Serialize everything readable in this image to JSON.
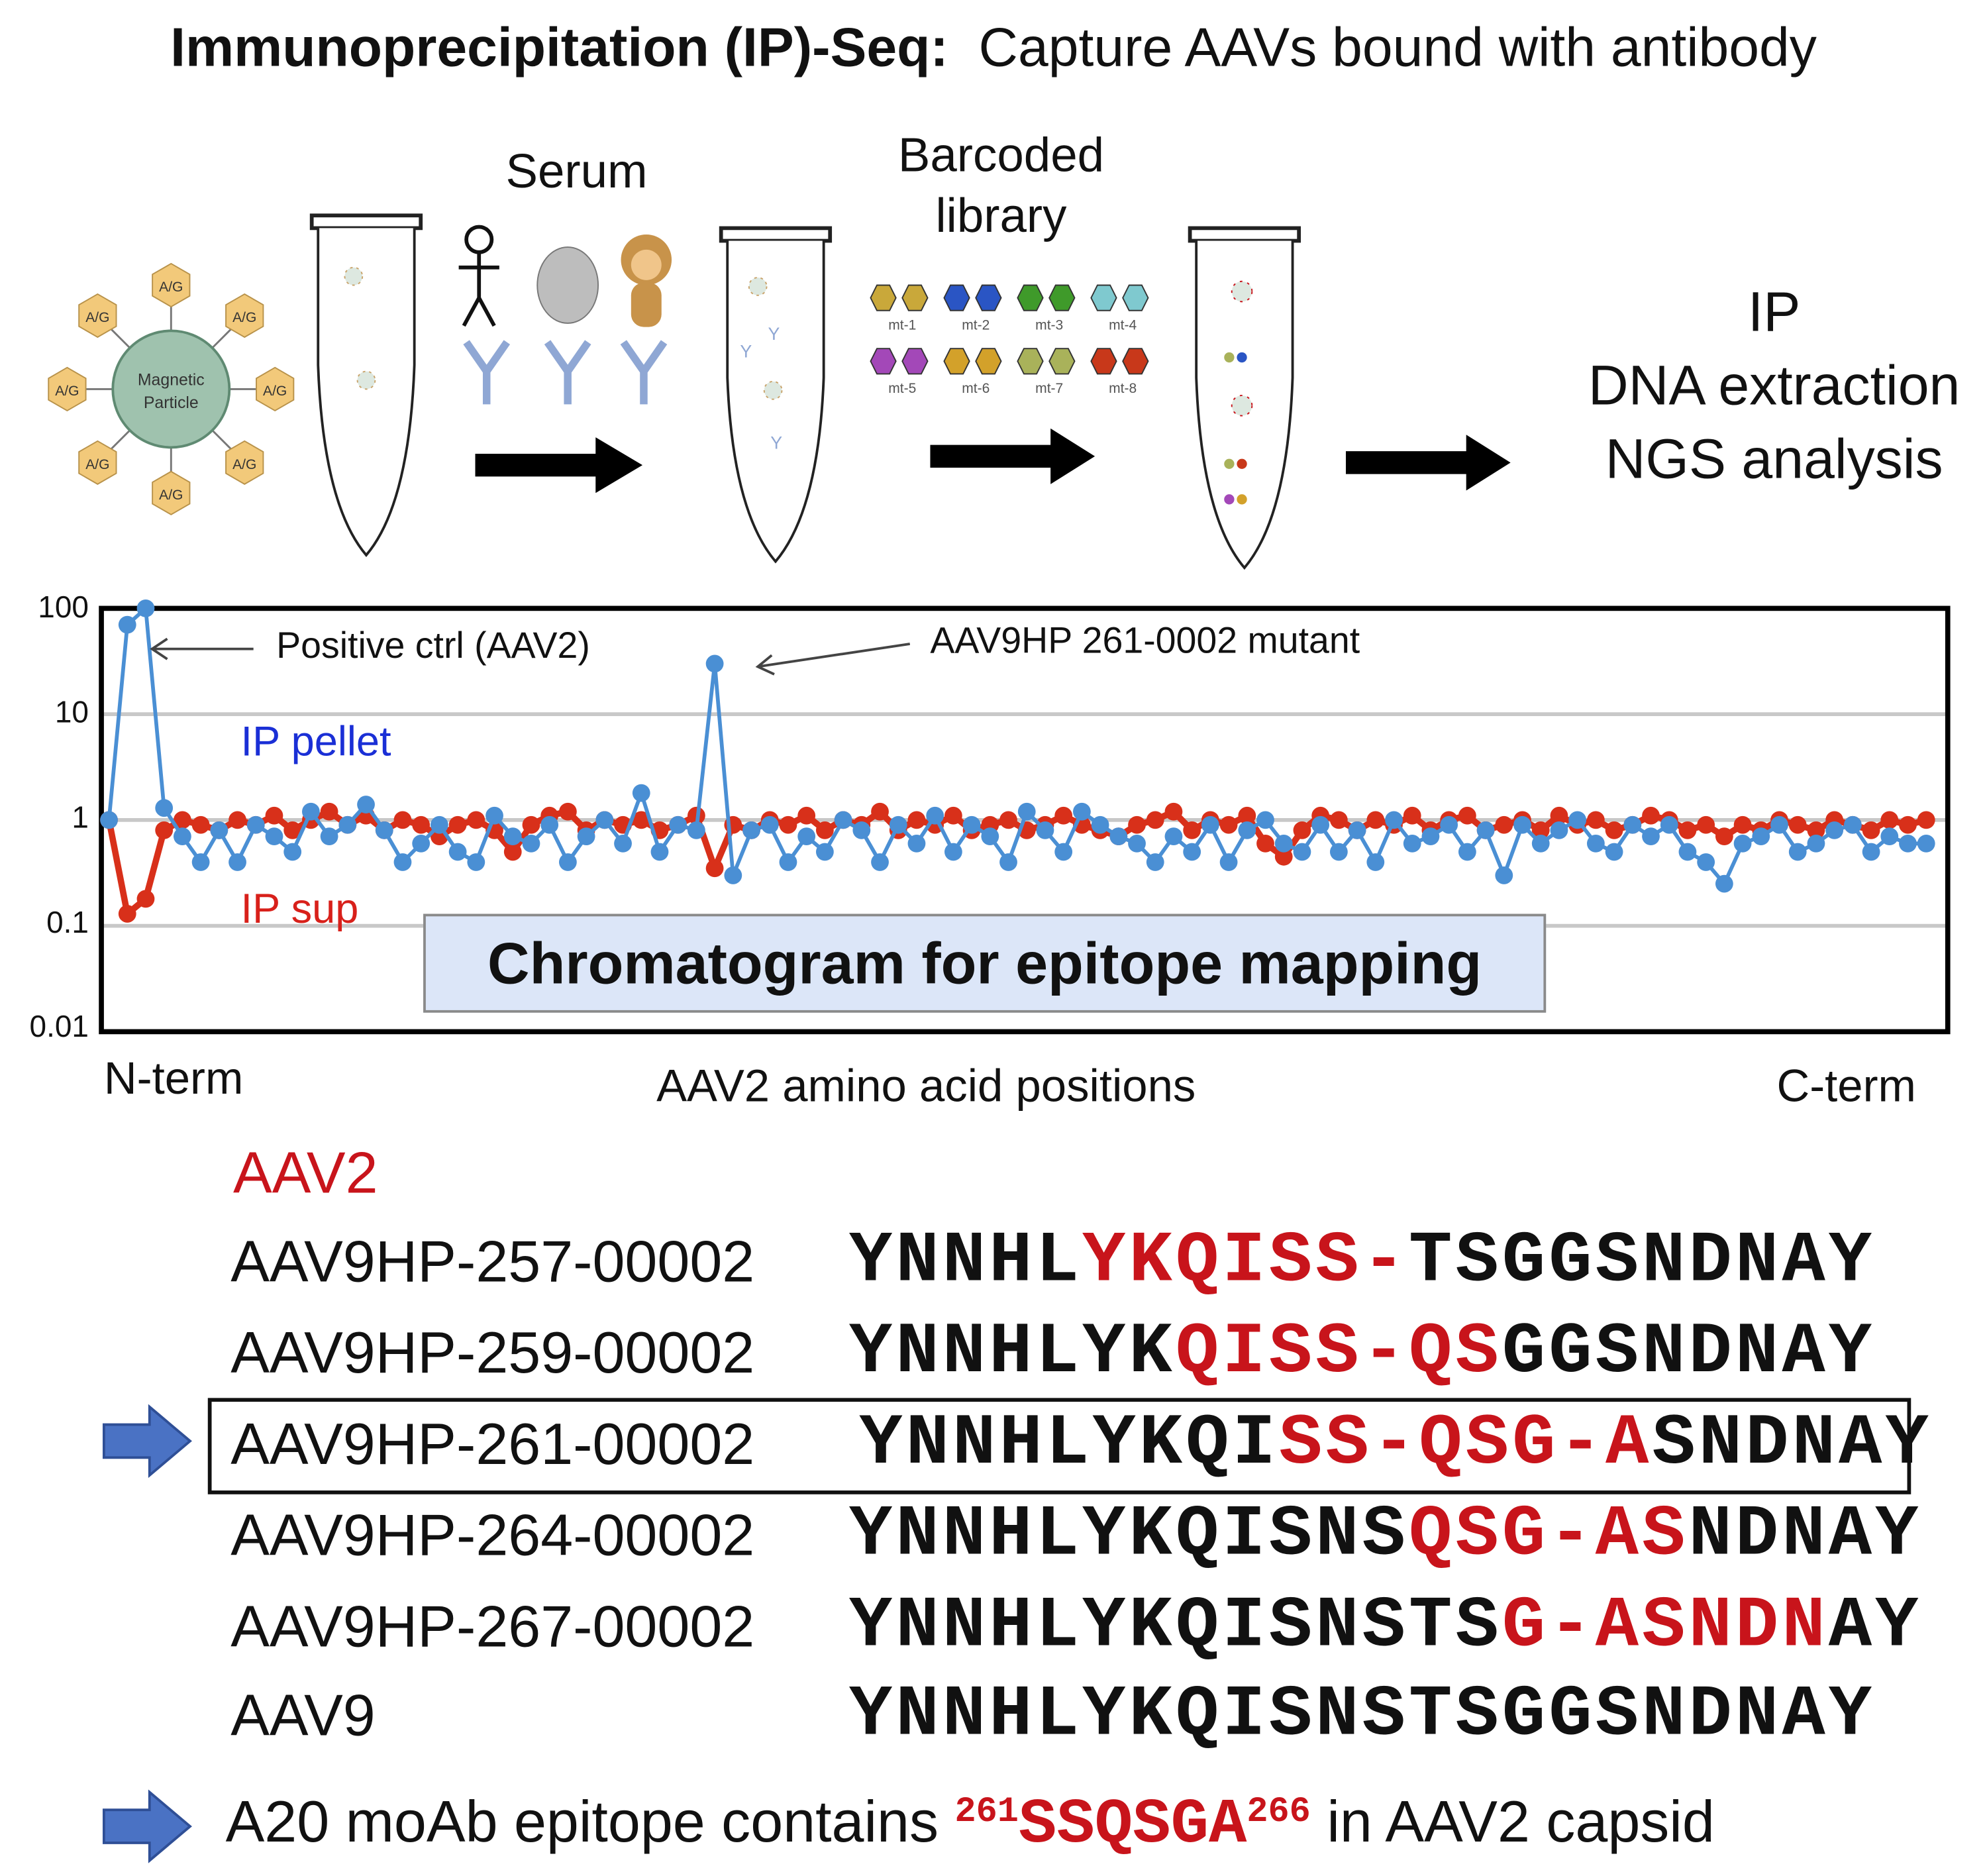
{
  "title": {
    "bold": "Immunoprecipitation (IP)-Seq:",
    "rest": "Capture AAVs bound with antibody"
  },
  "diagram": {
    "serum_label": "Serum",
    "library_label_1": "Barcoded",
    "library_label_2": "library",
    "particle_label_1": "Magnetic",
    "particle_label_2": "Particle",
    "ag_label": "A/G",
    "mutants": [
      "mt-1",
      "mt-2",
      "mt-3",
      "mt-4",
      "mt-5",
      "mt-6",
      "mt-7",
      "mt-8"
    ],
    "mutant_colors": [
      "#c9a83a",
      "#2a55c4",
      "#3f9a2a",
      "#7fc9cf",
      "#a348b8",
      "#d3a12a",
      "#a9b25a",
      "#c8381a"
    ],
    "steps": [
      "IP",
      "DNA extraction",
      "NGS analysis"
    ]
  },
  "chart_data": {
    "type": "line",
    "title": "Chromatogram for epitope mapping",
    "xlabel": "AAV2 amino acid positions",
    "x_start_label": "N-term",
    "x_end_label": "C-term",
    "yscale": "log",
    "ylim": [
      0.01,
      100
    ],
    "yticks": [
      "100",
      "10",
      "1",
      "0.1",
      "0.01"
    ],
    "grid": true,
    "annotations": [
      "Positive ctrl (AAV2)",
      "AAV9HP 261-0002 mutant"
    ],
    "series": [
      {
        "name": "IP pellet",
        "color": "#4a8fd4",
        "label_color": "#1a2fd6",
        "values": [
          1,
          70,
          100,
          1.3,
          0.7,
          0.4,
          0.8,
          0.4,
          0.9,
          0.7,
          0.5,
          1.2,
          0.7,
          0.9,
          1.4,
          0.8,
          0.4,
          0.6,
          0.9,
          0.5,
          0.4,
          1.1,
          0.7,
          0.6,
          0.9,
          0.4,
          0.7,
          1.0,
          0.6,
          1.8,
          0.5,
          0.9,
          0.8,
          30,
          0.3,
          0.8,
          0.9,
          0.4,
          0.7,
          0.5,
          1.0,
          0.8,
          0.4,
          0.9,
          0.6,
          1.1,
          0.5,
          0.9,
          0.7,
          0.4,
          1.2,
          0.8,
          0.5,
          1.2,
          0.9,
          0.7,
          0.6,
          0.4,
          0.7,
          0.5,
          0.9,
          0.4,
          0.8,
          1.0,
          0.6,
          0.5,
          0.9,
          0.5,
          0.8,
          0.4,
          1.0,
          0.6,
          0.7,
          0.9,
          0.5,
          0.8,
          0.3,
          0.9,
          0.6,
          0.8,
          1.0,
          0.6,
          0.5,
          0.9,
          0.7,
          0.9,
          0.5,
          0.4,
          0.25,
          0.6,
          0.7,
          0.9,
          0.5,
          0.6,
          0.8,
          0.9,
          0.5,
          0.7,
          0.6,
          0.6
        ]
      },
      {
        "name": "IP sup",
        "color": "#d8301a",
        "label_color": "#d8201a",
        "values": [
          1,
          0.13,
          0.18,
          0.8,
          1.0,
          0.9,
          0.8,
          1.0,
          0.9,
          1.1,
          0.8,
          1.0,
          1.2,
          0.9,
          1.1,
          0.8,
          1.0,
          0.9,
          0.7,
          0.9,
          1.0,
          0.8,
          0.5,
          0.9,
          1.1,
          1.2,
          0.8,
          1.0,
          0.9,
          1.0,
          0.8,
          0.9,
          1.1,
          0.35,
          0.9,
          0.8,
          1.0,
          0.9,
          1.1,
          0.8,
          1.0,
          0.9,
          1.2,
          0.8,
          1.0,
          0.9,
          1.1,
          0.8,
          0.9,
          1.0,
          0.8,
          0.9,
          1.1,
          0.9,
          0.8,
          0.7,
          0.9,
          1.0,
          1.2,
          0.8,
          1.0,
          0.9,
          1.1,
          0.6,
          0.45,
          0.8,
          1.1,
          1.0,
          0.8,
          1.0,
          0.9,
          1.1,
          0.8,
          1.0,
          1.1,
          0.8,
          0.9,
          1.0,
          0.8,
          1.1,
          0.9,
          1.0,
          0.8,
          0.9,
          1.1,
          1.0,
          0.8,
          0.9,
          0.7,
          0.9,
          0.8,
          1.0,
          0.9,
          0.8,
          1.0,
          0.9,
          0.8,
          1.0,
          0.9,
          1.0
        ]
      }
    ]
  },
  "alignment": {
    "reference_label": "AAV2",
    "rows": [
      {
        "name": "AAV9HP-257-00002",
        "segments": [
          {
            "t": "YNNHL",
            "red": false
          },
          {
            "t": "YKQISS-",
            "red": true
          },
          {
            "t": "TSGGSNDNAY",
            "red": false
          }
        ]
      },
      {
        "name": "AAV9HP-259-00002",
        "segments": [
          {
            "t": "YNNHLYK",
            "red": false
          },
          {
            "t": "QISS-QS",
            "red": true
          },
          {
            "t": "GGSNDNAY",
            "red": false
          }
        ]
      },
      {
        "name": "AAV9HP-261-00002",
        "highlight": true,
        "segments": [
          {
            "t": "YNNHLYKQI",
            "red": false
          },
          {
            "t": "SS-QSG-A",
            "red": true
          },
          {
            "t": "SNDNAY",
            "red": false
          }
        ]
      },
      {
        "name": "AAV9HP-264-00002",
        "segments": [
          {
            "t": "YNNHLYKQISNS",
            "red": false
          },
          {
            "t": "QSG-AS",
            "red": true
          },
          {
            "t": "NDNAY",
            "red": false
          }
        ]
      },
      {
        "name": "AAV9HP-267-00002",
        "segments": [
          {
            "t": "YNNHLYKQISNSTS",
            "red": false
          },
          {
            "t": "G-ASNDN",
            "red": true
          },
          {
            "t": "AY",
            "red": false
          }
        ]
      },
      {
        "name": "AAV9",
        "segments": [
          {
            "t": "YNNHLYKQISNSTSGGSNDNAY",
            "red": false
          }
        ]
      }
    ]
  },
  "conclusion": {
    "prefix": "A20 moAb epitope contains",
    "start": "261",
    "epitope": "SSQSGA",
    "end": "266",
    "suffix": "in AAV2 capsid"
  }
}
